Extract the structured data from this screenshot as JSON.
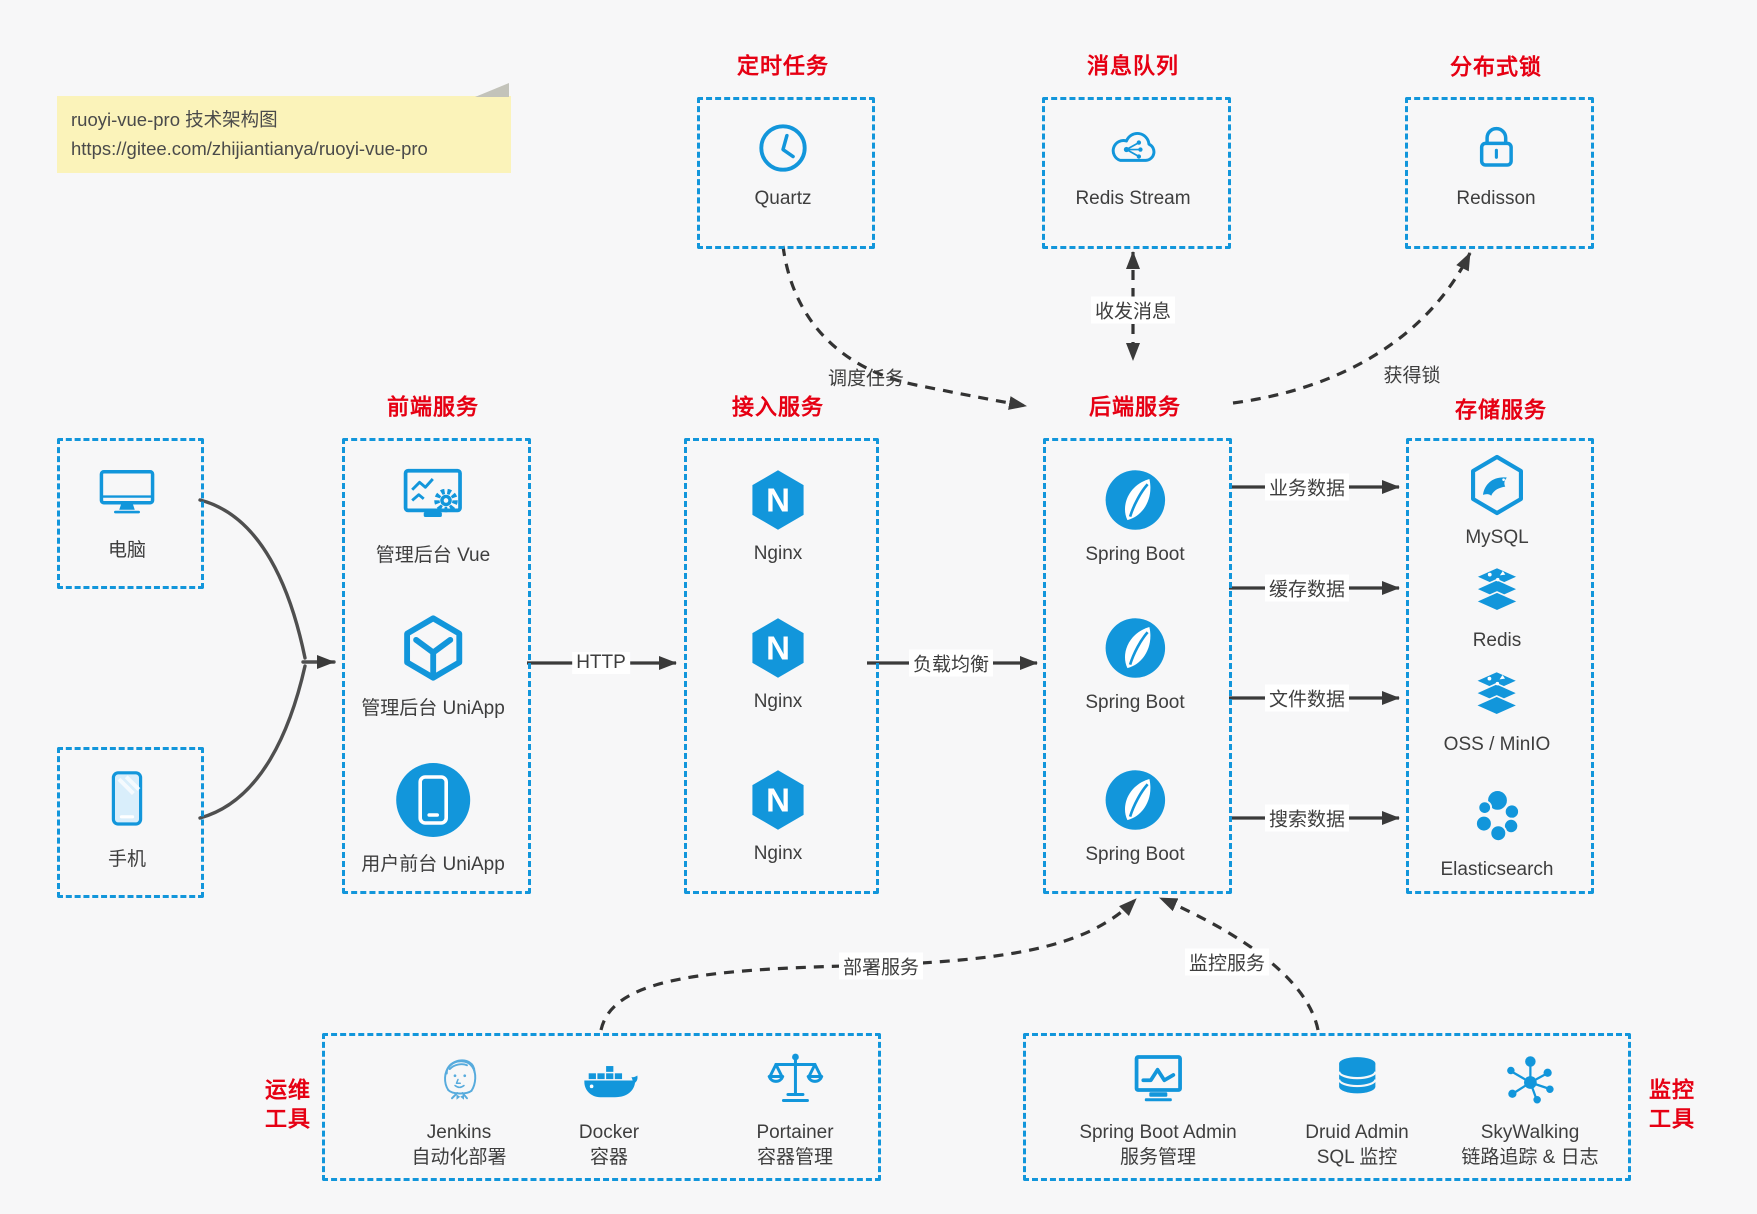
{
  "colors": {
    "blue": "#1296db",
    "red": "#e60013",
    "text": "#3e3e3e",
    "bg": "#f7f7f8",
    "note": "#fbf3ba",
    "arrow": "#3a3a3a"
  },
  "note": {
    "line1": "ruoyi-vue-pro 技术架构图",
    "line2": "https://gitee.com/zhijiantianya/ruoyi-vue-pro"
  },
  "groups": {
    "scheduled": {
      "title": "定时任务",
      "item": "Quartz"
    },
    "mq": {
      "title": "消息队列",
      "item": "Redis Stream"
    },
    "lock": {
      "title": "分布式锁",
      "item": "Redisson"
    },
    "clients": {
      "computer": "电脑",
      "phone": "手机"
    },
    "frontend": {
      "title": "前端服务",
      "items": [
        "管理后台 Vue",
        "管理后台 UniApp",
        "用户前台 UniApp"
      ]
    },
    "gateway": {
      "title": "接入服务",
      "items": [
        "Nginx",
        "Nginx",
        "Nginx"
      ]
    },
    "backend": {
      "title": "后端服务",
      "items": [
        "Spring Boot",
        "Spring Boot",
        "Spring Boot"
      ]
    },
    "storage": {
      "title": "存储服务",
      "items": [
        "MySQL",
        "Redis",
        "OSS / MinIO",
        "Elasticsearch"
      ]
    },
    "ops": {
      "title1": "运维",
      "title2": "工具",
      "items": [
        {
          "name": "Jenkins",
          "sub": "自动化部署"
        },
        {
          "name": "Docker",
          "sub": "容器"
        },
        {
          "name": "Portainer",
          "sub": "容器管理"
        }
      ]
    },
    "monitoring": {
      "title1": "监控",
      "title2": "工具",
      "items": [
        {
          "name": "Spring Boot Admin",
          "sub": "服务管理"
        },
        {
          "name": "Druid Admin",
          "sub": "SQL 监控"
        },
        {
          "name": "SkyWalking",
          "sub": "链路追踪 & 日志"
        }
      ]
    }
  },
  "edges": {
    "http": "HTTP",
    "load_balance": "负载均衡",
    "schedule": "调度任务",
    "message": "收发消息",
    "lock": "获得锁",
    "business_data": "业务数据",
    "cache_data": "缓存数据",
    "file_data": "文件数据",
    "search_data": "搜索数据",
    "deploy": "部署服务",
    "monitor": "监控服务"
  }
}
